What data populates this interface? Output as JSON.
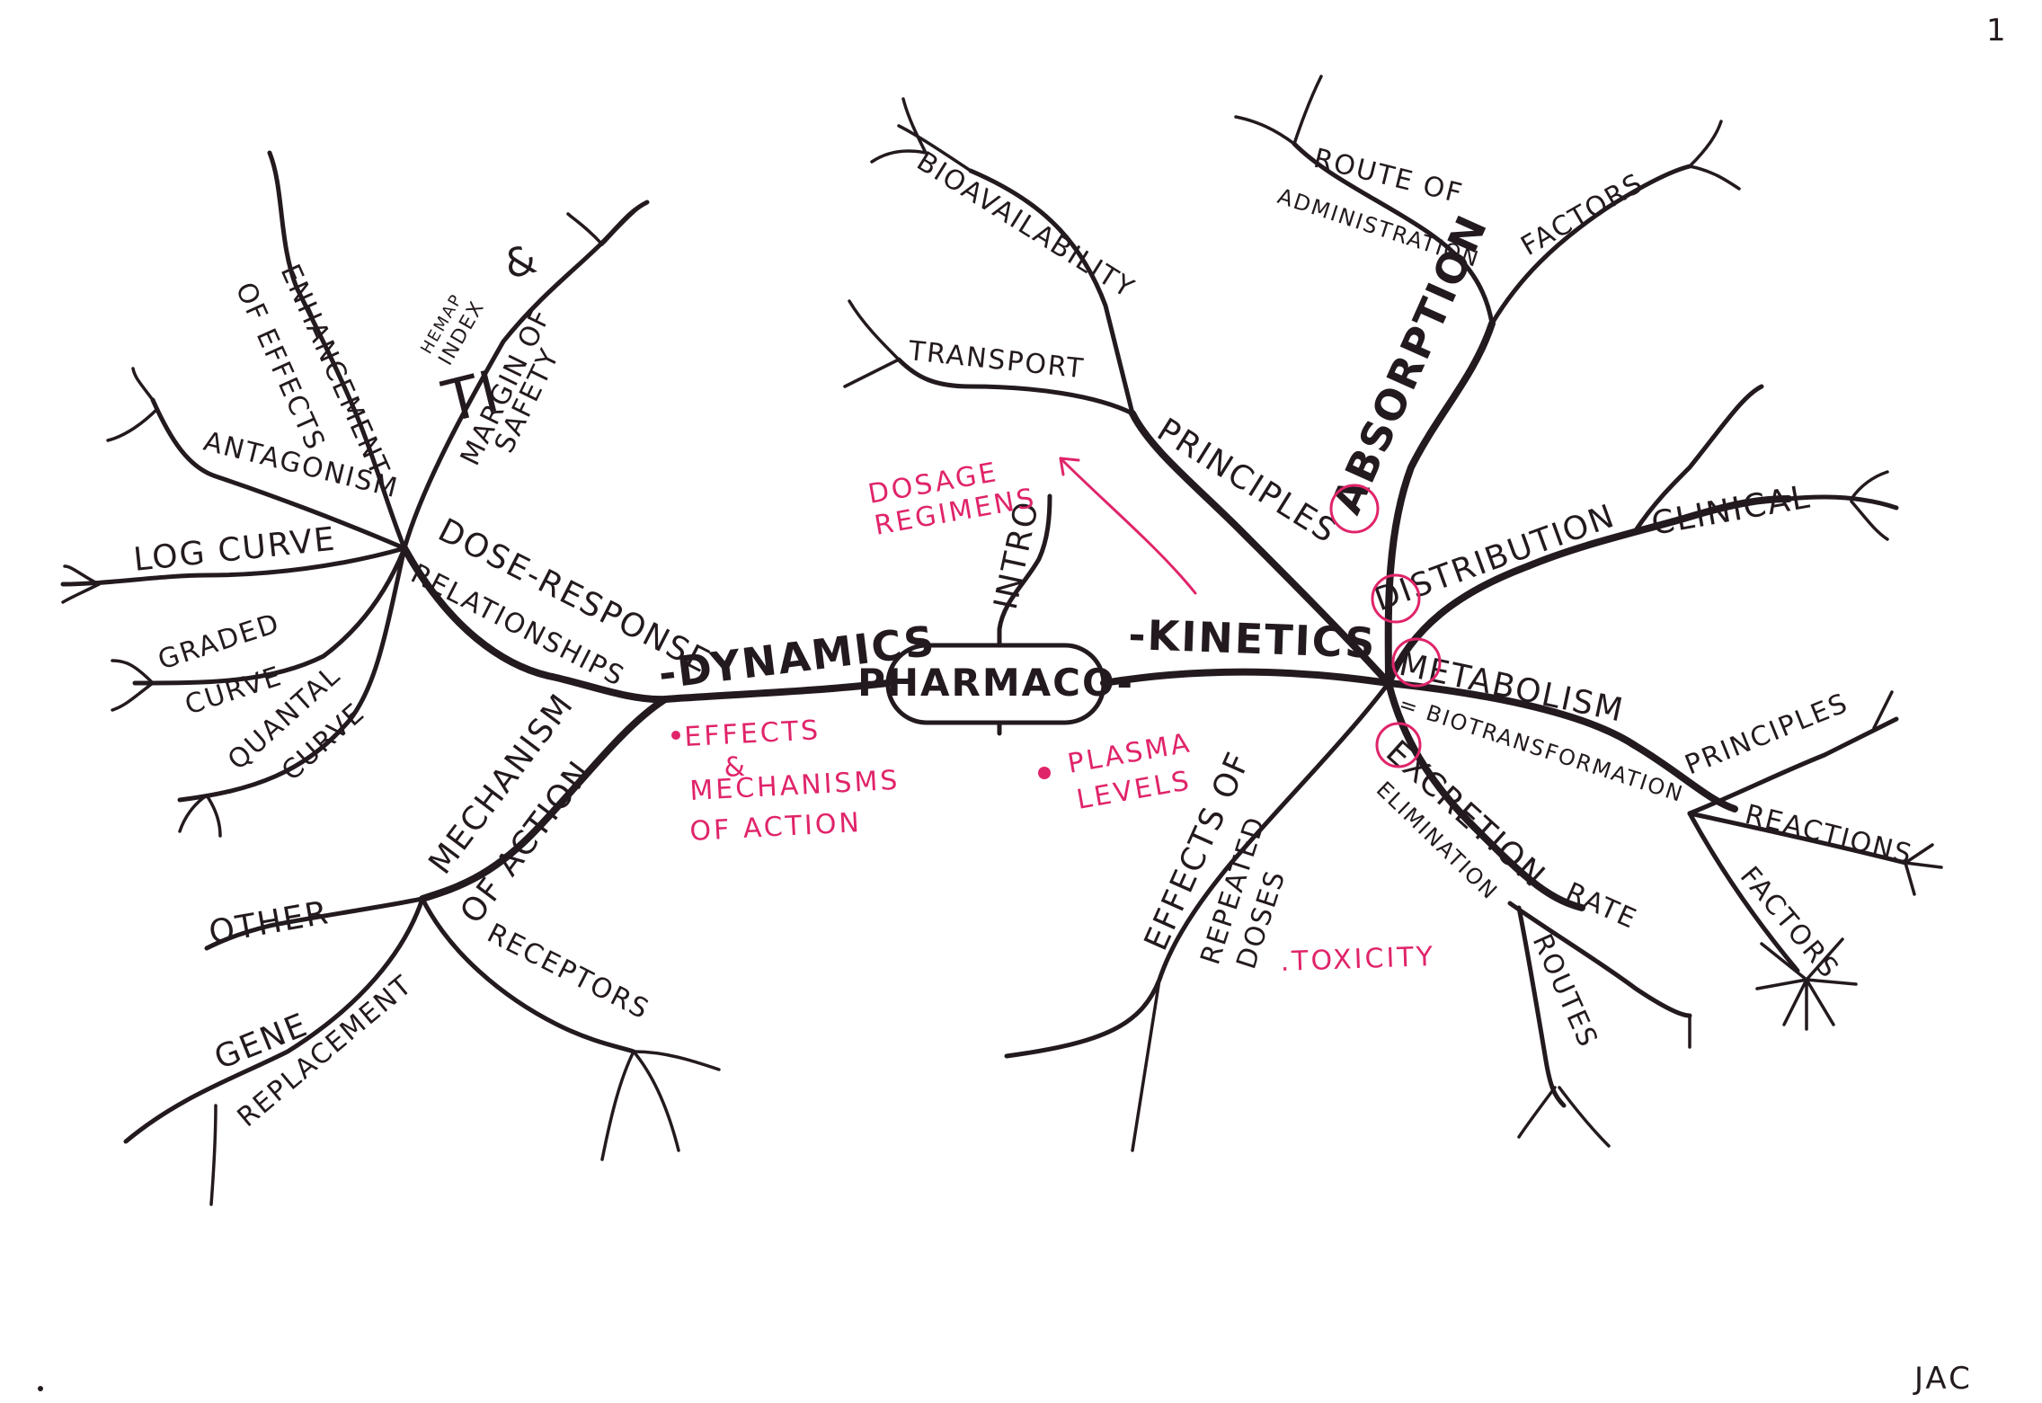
{
  "center": "PHARMACO-",
  "intro": "INTRO",
  "dynamics": {
    "label": "-DYNAMICS",
    "dose_response": "DOSE-RESPONSE",
    "relationships": "RELATIONSHIPS",
    "enhancement": "ENHANCEMENT",
    "of_effects": "OF EFFECTS",
    "ti_small_1": "HEMAP",
    "ti_small_2": "INDEX",
    "ti": "TI",
    "ampersand": "&",
    "margin_of": "MARGIN OF",
    "safety": "SAFETY",
    "antagonism": "ANTAGONISM",
    "log_curve": "LOG CURVE",
    "graded": "GRADED",
    "graded_curve": "CURVE",
    "quantal": "QUANTAL",
    "quantal_curve": "CURVE",
    "mechanism": "MECHANISM",
    "of_action": "OF ACTION",
    "other": "OTHER",
    "gene": "GENE",
    "replacement": "REPLACEMENT",
    "receptors": "RECEPTORS"
  },
  "kinetics": {
    "label": "-KINETICS",
    "principles": "PRINCIPLES",
    "bioavailability": "BIOAVAILABILITY",
    "transport": "TRANSPORT",
    "absorption": "ABSORPTION",
    "factors": "FACTORS",
    "route_of": "ROUTE OF",
    "administration": "ADMINISTRATION",
    "distribution": "DISTRIBUTION",
    "clinical": "CLINICAL",
    "metabolism": "METABOLISM",
    "biotransformation": "= BIOTRANSFORMATION",
    "met_principles": "PRINCIPLES",
    "met_reactions": "REACTIONS",
    "met_factors": "FACTORS",
    "excretion": "EXCRETION",
    "elimination": "ELIMINATION",
    "rate": "RATE",
    "routes": "ROUTES",
    "effects_of": "EFFECTS OF",
    "repeated": "REPEATED",
    "doses": "DOSES"
  },
  "notes": {
    "dosage_1": "DOSAGE",
    "dosage_2": "REGIMENS",
    "effects_1": "EFFECTS",
    "effects_2": "&",
    "effects_3": "MECHANISMS",
    "effects_4": "OF ACTION",
    "plasma_1": "PLASMA",
    "plasma_2": "LEVELS",
    "toxicity": ".TOXICITY"
  },
  "page_number": "1",
  "initials": "JAC",
  "colors": {
    "ink": "#231a1f",
    "accent": "#e0246a",
    "paper": "#ffffff"
  }
}
